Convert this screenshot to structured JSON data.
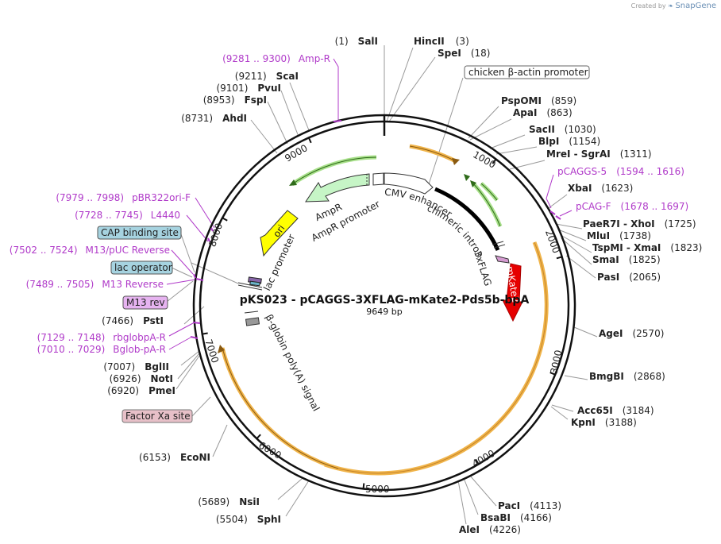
{
  "credit": {
    "prefix": "Created by",
    "brand": "SnapGene"
  },
  "plasmid": {
    "name": "pKS023 - pCAGGS-3XFLAG-mKate2-Pds5b-bpA",
    "length_label": "9649 bp",
    "length": 9649
  },
  "ticks": [
    "1000",
    "2000",
    "3000",
    "4000",
    "5000",
    "6000",
    "7000",
    "8000",
    "9000"
  ],
  "sites_right": [
    {
      "pos": "(3)",
      "name": "HincII"
    },
    {
      "pos": "(18)",
      "name": "SpeI"
    },
    {
      "pos": "(859)",
      "name": "PspOMI"
    },
    {
      "pos": "(863)",
      "name": "ApaI"
    },
    {
      "pos": "(1030)",
      "name": "SacII"
    },
    {
      "pos": "(1154)",
      "name": "BlpI"
    },
    {
      "pos": "(1311)",
      "name": "MreI - SgrAI"
    },
    {
      "pos": "(1623)",
      "name": "XbaI"
    },
    {
      "pos": "(1725)",
      "name": "PaeR7I - XhoI"
    },
    {
      "pos": "(1738)",
      "name": "MluI"
    },
    {
      "pos": "(1823)",
      "name": "TspMI - XmaI"
    },
    {
      "pos": "(1825)",
      "name": "SmaI"
    },
    {
      "pos": "(2065)",
      "name": "PasI"
    },
    {
      "pos": "(2570)",
      "name": "AgeI"
    },
    {
      "pos": "(2868)",
      "name": "BmgBI"
    },
    {
      "pos": "(3184)",
      "name": "Acc65I"
    },
    {
      "pos": "(3188)",
      "name": "KpnI"
    },
    {
      "pos": "(4113)",
      "name": "PacI"
    },
    {
      "pos": "(4166)",
      "name": "BsaBI"
    },
    {
      "pos": "(4226)",
      "name": "AleI"
    }
  ],
  "sites_left": [
    {
      "pos": "(1)",
      "name": "SalI"
    },
    {
      "pos": "(9211)",
      "name": "ScaI"
    },
    {
      "pos": "(9101)",
      "name": "PvuI"
    },
    {
      "pos": "(8953)",
      "name": "FspI"
    },
    {
      "pos": "(8731)",
      "name": "AhdI"
    },
    {
      "pos": "(7466)",
      "name": "PstI"
    },
    {
      "pos": "(7007)",
      "name": "BglII"
    },
    {
      "pos": "(6926)",
      "name": "NotI"
    },
    {
      "pos": "(6920)",
      "name": "PmeI"
    },
    {
      "pos": "(6153)",
      "name": "EcoNI"
    },
    {
      "pos": "(5689)",
      "name": "NsiI"
    },
    {
      "pos": "(5504)",
      "name": "SphI"
    }
  ],
  "primers": [
    {
      "range": "(9281 .. 9300)",
      "name": "Amp-R"
    },
    {
      "range": "(7979 .. 7998)",
      "name": "pBR322ori-F"
    },
    {
      "range": "(7728 .. 7745)",
      "name": "L4440"
    },
    {
      "range": "(7502 .. 7524)",
      "name": "M13/pUC Reverse"
    },
    {
      "range": "(7489 .. 7505)",
      "name": "M13 Reverse"
    },
    {
      "range": "(7129 .. 7148)",
      "name": "rbglobpA-R"
    },
    {
      "range": "(7010 .. 7029)",
      "name": "Bglob-pA-R"
    },
    {
      "range": "(1594 .. 1616)",
      "name": "pCAGGS-5"
    },
    {
      "range": "(1678 .. 1697)",
      "name": "pCAG-F"
    }
  ],
  "boxed_labels": [
    {
      "text": "chicken β-actin promoter",
      "fill": "#ffffff"
    },
    {
      "text": "CAP binding site",
      "fill": "#a6d3e0"
    },
    {
      "text": "lac operator",
      "fill": "#a6d3e0"
    },
    {
      "text": "M13 rev",
      "fill": "#e6b3f0"
    },
    {
      "text": "Factor Xa site",
      "fill": "#e7c0c8"
    }
  ],
  "features": {
    "cmv_enhancer": "CMV enhancer",
    "chimeric_intron": "chimeric intron",
    "flag": "3xFLAG",
    "mkate2": "mKate2",
    "ampr": "AmpR",
    "ampr_promoter": "AmpR promoter",
    "ori": "ori",
    "lac_promoter": "lac promoter",
    "bglobin": "β-globin poly(A) signal"
  },
  "colors": {
    "backbone": "#111111",
    "orf": "#f0b44a",
    "green_orf": "#57a83a",
    "ampr": "#c6f5c6",
    "ori": "#ffff00",
    "mkate2": "#e60000",
    "primer": "#b03ac9",
    "intron": "#000000"
  }
}
